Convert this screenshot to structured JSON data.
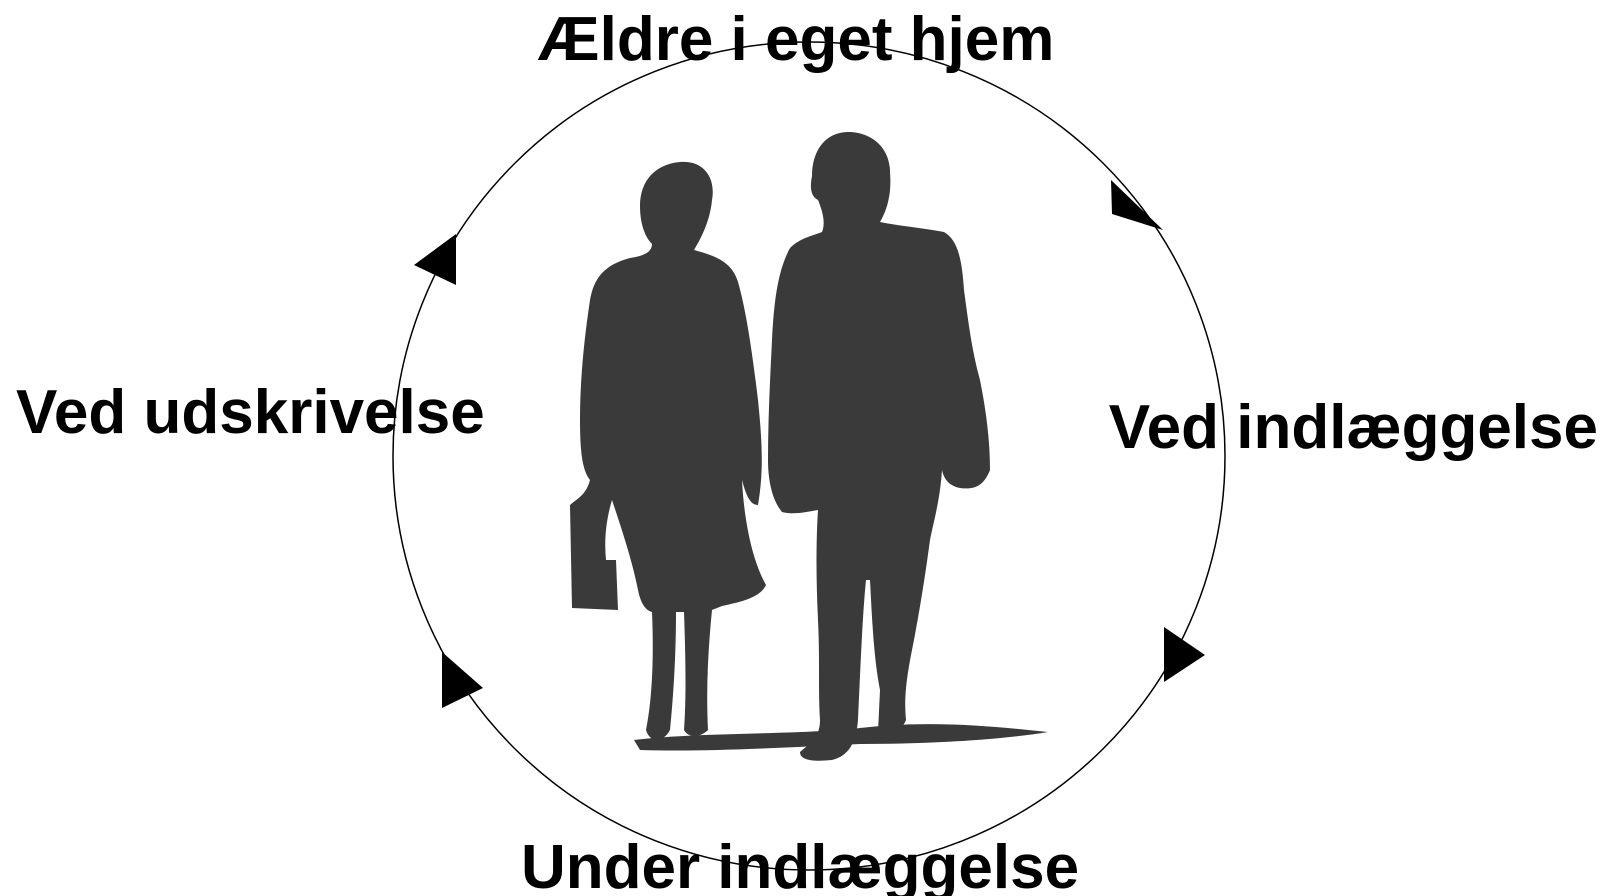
{
  "diagram": {
    "stages": {
      "top": "Ældre i eget hjem",
      "right": "Ved indlæggelse",
      "bottom": "Under indlæggelse",
      "left": "Ved udskrivelse"
    },
    "cycle_direction": "clockwise",
    "center_image": "elderly-couple-walking-silhouette",
    "colors": {
      "text": "#000000",
      "circle": "#000000",
      "arrow": "#000000",
      "silhouette": "#3a3a3a",
      "background": "#ffffff"
    }
  }
}
